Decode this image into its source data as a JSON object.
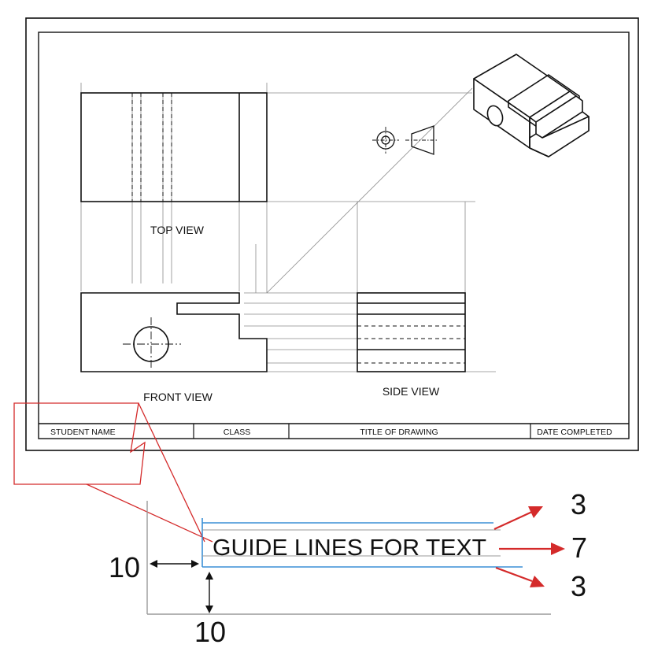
{
  "views": {
    "top": "TOP VIEW",
    "front": "FRONT VIEW",
    "side": "SIDE VIEW"
  },
  "title_block": {
    "student_name": "STUDENT NAME",
    "class": "CLASS",
    "title_of_drawing": "TITLE OF DRAWING",
    "date_completed": "DATE COMPLETED"
  },
  "guide_lines": {
    "sample_text": "GUIDE LINES FOR TEXT",
    "upper_spacing": "3",
    "text_height": "7",
    "lower_spacing": "3",
    "left_margin": "10",
    "bottom_margin": "10"
  },
  "colors": {
    "callout": "#d42a2a",
    "guide_line": "#3a8fd6",
    "line": "#111111",
    "thin_line": "#8a8a8a"
  }
}
